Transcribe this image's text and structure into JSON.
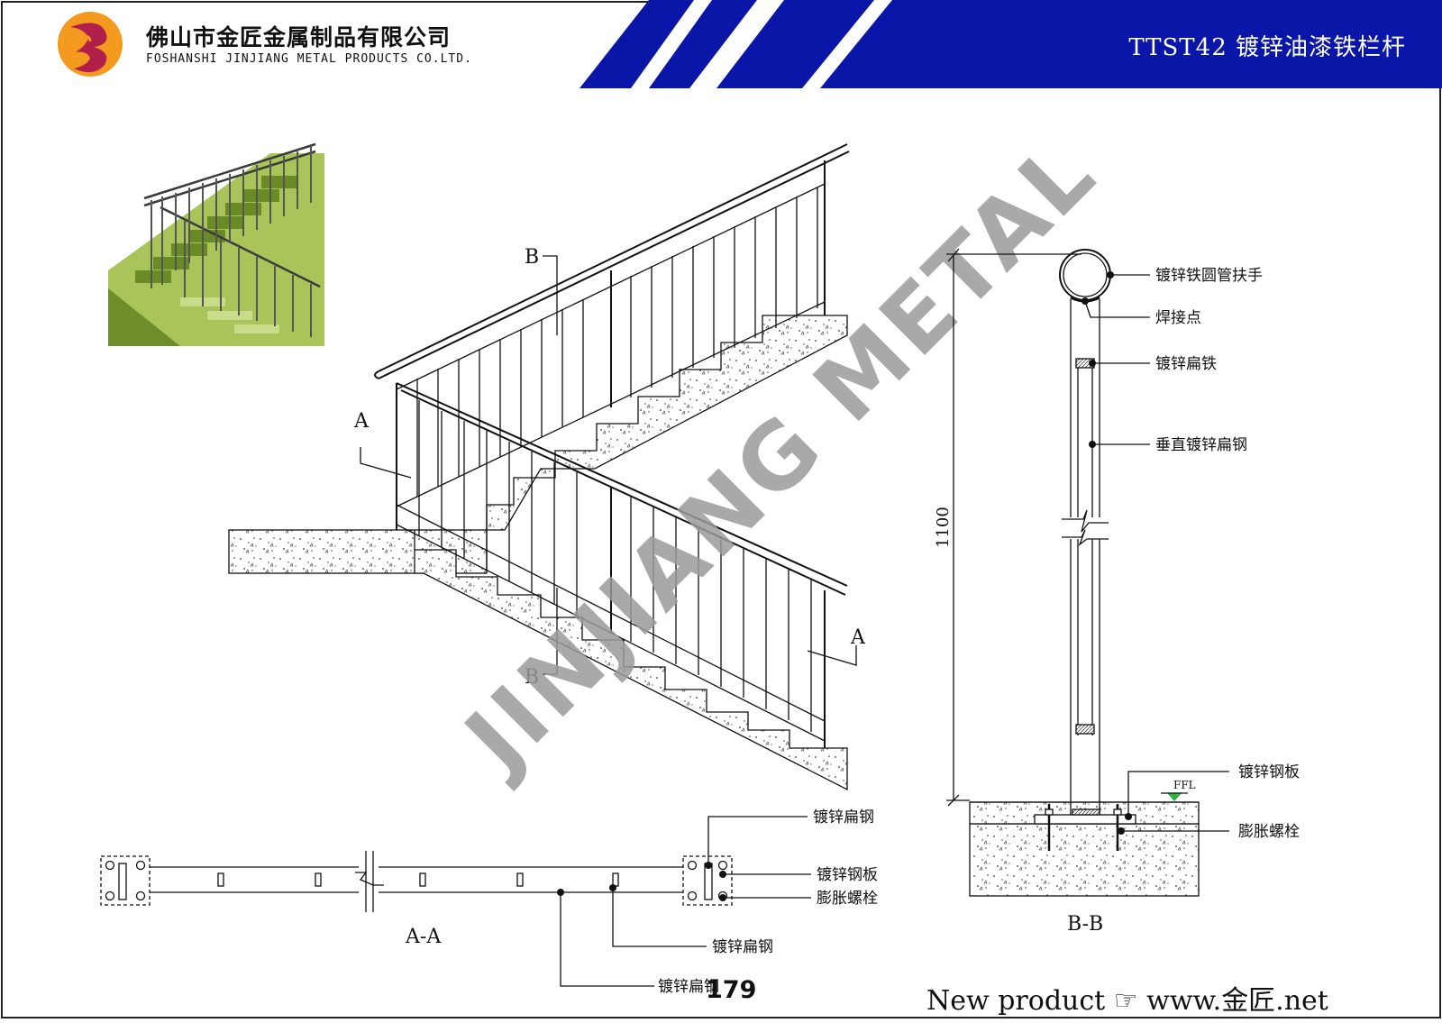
{
  "header": {
    "company_cn": "佛山市金匠金属制品有限公司",
    "company_en": "FOSHANSHI JINJIANG METAL PRODUCTS CO.LTD.",
    "title": "TTST42  镀锌油漆铁栏杆"
  },
  "watermark": "JINJIANG METAL",
  "elevation": {
    "section_marks": [
      "B",
      "A",
      "A",
      "B"
    ]
  },
  "section_bb": {
    "callouts": [
      "镀锌铁圆管扶手",
      "焊接点",
      "镀锌扁铁",
      "垂直镀锌扁钢",
      "镀锌钢板",
      "膨胀螺栓"
    ],
    "height_dim": "1100",
    "ffl": "FFL",
    "caption": "B-B"
  },
  "section_aa": {
    "callouts": [
      "镀锌扁钢",
      "镀锌钢板",
      "膨胀螺栓",
      "镀锌扁钢",
      "镀锌扁钢"
    ],
    "caption": "A-A"
  },
  "footer": {
    "text": "New product ☞ www.金匠.net",
    "page_number": "179"
  },
  "colors": {
    "banner": "#0a16a8",
    "logo_orange": "#f39a1f",
    "logo_red": "#b0204a",
    "watermark": "#9a9a9a",
    "photo_green": "#8fb13c"
  }
}
